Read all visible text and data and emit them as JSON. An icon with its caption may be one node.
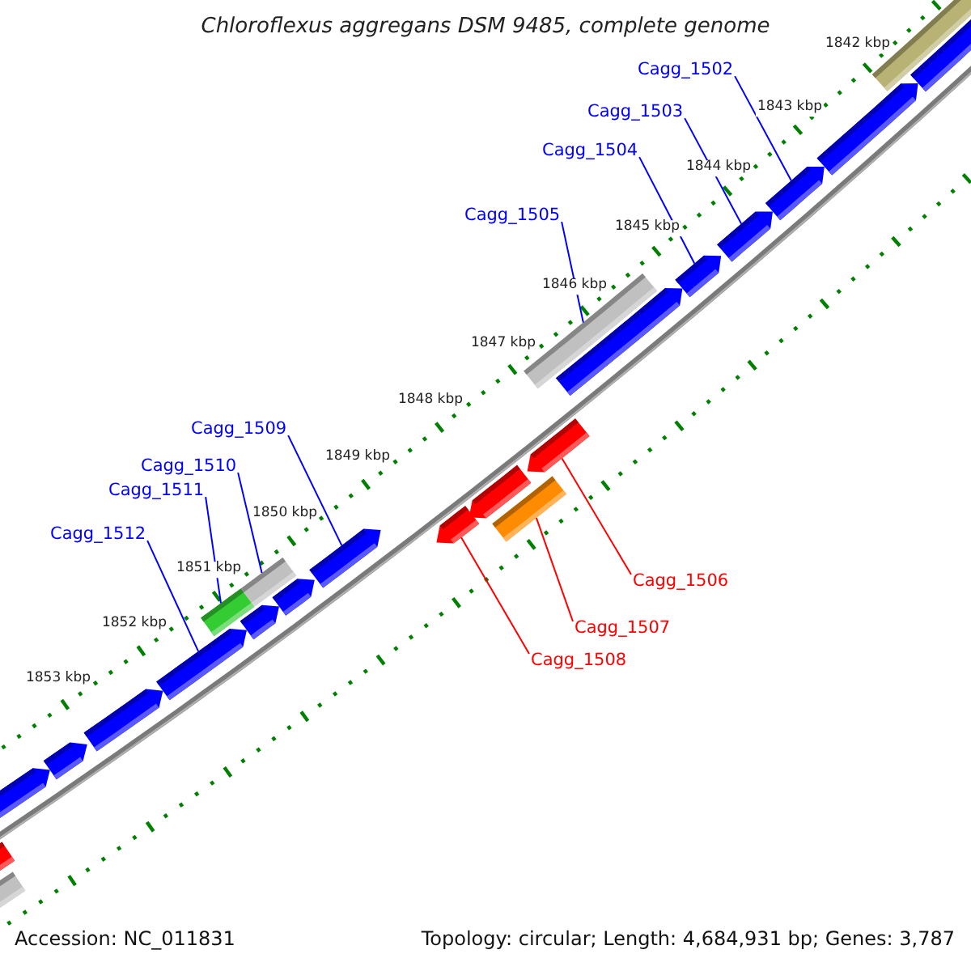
{
  "diagram": {
    "title": "Chloroflexus aggregans DSM 9485, complete genome",
    "nodes": [
      {
        "text": [
          "Cagg_1502"
        ]
      },
      {
        "text": [
          "Cagg_1503"
        ]
      },
      {
        "text": [
          "Cagg_1504"
        ]
      },
      {
        "text": [
          "Cagg_1505"
        ]
      },
      {
        "text": [
          "Cagg_1509"
        ]
      },
      {
        "text": [
          "Cagg_1510"
        ]
      },
      {
        "text": [
          "Cagg_1511"
        ]
      },
      {
        "text": [
          "Cagg_1512"
        ]
      },
      {
        "text": [
          "Cagg_1506"
        ]
      },
      {
        "text": [
          "Cagg_1507"
        ]
      },
      {
        "text": [
          "Cagg_1508"
        ]
      },
      {
        "text": [],
        "shape": "bar"
      },
      {
        "text": [],
        "shape": "arrow"
      },
      {
        "text": [],
        "shape": "arrow"
      },
      {
        "text": [],
        "shape": "arrow"
      },
      {
        "text": [],
        "shape": "arrow"
      },
      {
        "text": [],
        "shape": "arrow"
      },
      {
        "text": [],
        "shape": "bar"
      },
      {
        "text": [],
        "shape": "arrow"
      },
      {
        "text": [],
        "shape": "bar"
      },
      {
        "text": [],
        "shape": "arrow"
      },
      {
        "text": [],
        "shape": "arrow"
      },
      {
        "text": [],
        "shape": "arrow"
      },
      {
        "text": [],
        "shape": "arrow"
      },
      {
        "text": [],
        "shape": "bar"
      },
      {
        "text": [],
        "shape": "arrow"
      },
      {
        "text": [],
        "shape": "bar"
      },
      {
        "text": [],
        "shape": "arrow"
      },
      {
        "text": [],
        "shape": "arrow"
      },
      {
        "text": [],
        "shape": "arrow"
      },
      {
        "text": [],
        "shape": "arrow"
      },
      {
        "text": [],
        "shape": "arrow"
      },
      {
        "text": [],
        "shape": "bar"
      },
      {
        "text": [],
        "shape": "arrow"
      }
    ],
    "edges": [
      {
        "from": 0,
        "to": 30,
        "arrow": "none"
      },
      {
        "from": 1,
        "to": 29,
        "arrow": "none"
      },
      {
        "from": 2,
        "to": 28,
        "arrow": "none"
      },
      {
        "from": 3,
        "to": 26,
        "arrow": "none"
      },
      {
        "from": 4,
        "to": 21,
        "arrow": "none"
      },
      {
        "from": 5,
        "to": 19,
        "arrow": "none"
      },
      {
        "from": 6,
        "to": 17,
        "arrow": "none"
      },
      {
        "from": 7,
        "to": 16,
        "arrow": "none"
      },
      {
        "from": 8,
        "to": 25,
        "arrow": "none",
        "color": "#ff0000"
      },
      {
        "from": 9,
        "to": 24,
        "arrow": "none",
        "color": "#ff0000"
      },
      {
        "from": 10,
        "to": 22,
        "arrow": "none",
        "color": "#ff0000"
      }
    ],
    "labels": [
      "1842 kbp",
      "1843 kbp",
      "1844 kbp",
      "1845 kbp",
      "1846 kbp",
      "1847 kbp",
      "1848 kbp",
      "1849 kbp",
      "1850 kbp",
      "1851 kbp",
      "1852 kbp",
      "1853 kbp",
      "Accession: NC_011831",
      "Topology: circular; Length: 4,684,931 bp; Genes: 3,787"
    ]
  }
}
